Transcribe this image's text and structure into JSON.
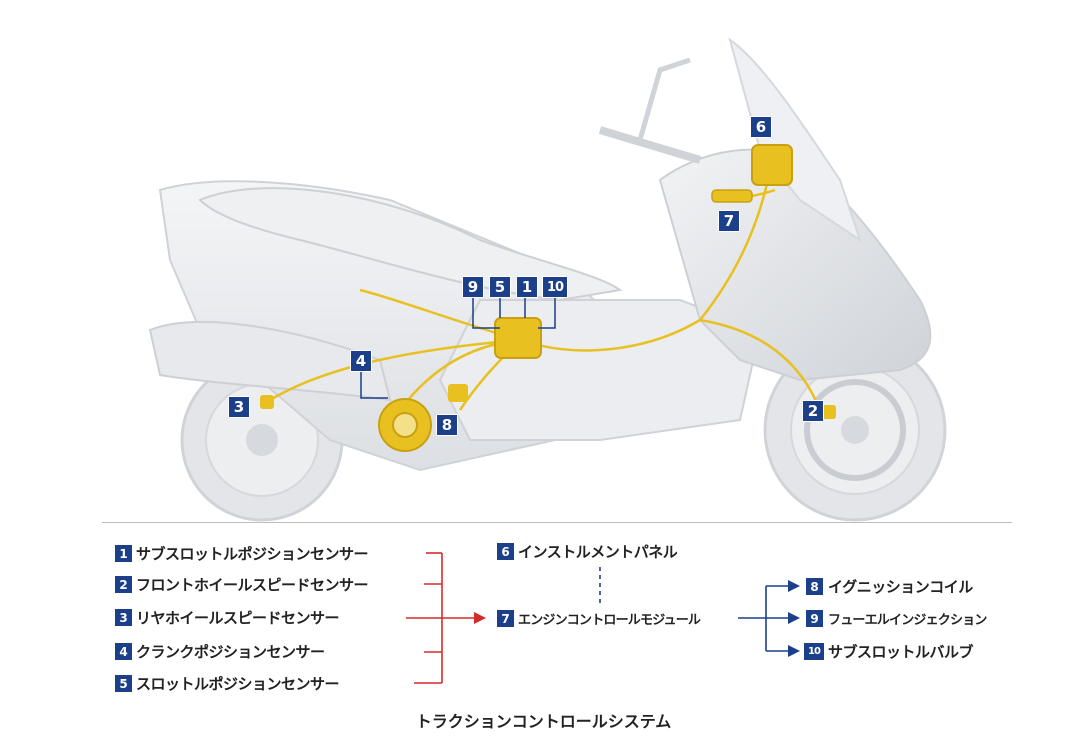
{
  "callouts": [
    {
      "num": "6",
      "label_id": "instrument-panel"
    },
    {
      "num": "7",
      "label_id": "ecm"
    },
    {
      "num": "9",
      "label_id": "fuel-injection"
    },
    {
      "num": "5",
      "label_id": "throttle-position"
    },
    {
      "num": "1",
      "label_id": "sub-throttle-position"
    },
    {
      "num": "10",
      "label_id": "sub-throttle-valve"
    },
    {
      "num": "4",
      "label_id": "crank-position"
    },
    {
      "num": "3",
      "label_id": "rear-wheel-speed"
    },
    {
      "num": "8",
      "label_id": "ignition-coil"
    },
    {
      "num": "2",
      "label_id": "front-wheel-speed"
    }
  ],
  "inputs": [
    {
      "num": "1",
      "label": "サブスロットルポジションセンサー"
    },
    {
      "num": "2",
      "label": "フロントホイールスピードセンサー"
    },
    {
      "num": "3",
      "label": "リヤホイールスピードセンサー"
    },
    {
      "num": "4",
      "label": "クランクポジションセンサー"
    },
    {
      "num": "5",
      "label": "スロットルポジションセンサー"
    }
  ],
  "center": [
    {
      "num": "6",
      "label": "インストルメントパネル"
    },
    {
      "num": "7",
      "label": "エンジンコントロールモジュール"
    }
  ],
  "outputs": [
    {
      "num": "8",
      "label": "イグニッションコイル"
    },
    {
      "num": "9",
      "label": "フューエルインジェクション"
    },
    {
      "num": "10",
      "label": "サブスロットルバルブ"
    }
  ],
  "caption": "トラクションコントロールシステム",
  "colors": {
    "badge": "#1c3f8a",
    "input_line": "#d62b2b",
    "output_line": "#1c3f8a",
    "harness": "#e8c020"
  }
}
